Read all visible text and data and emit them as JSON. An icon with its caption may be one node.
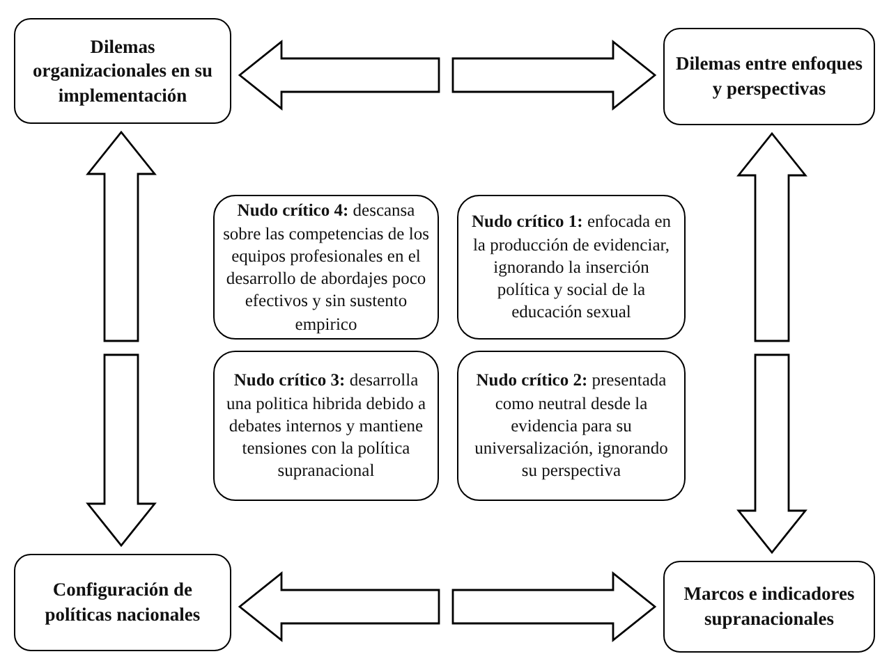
{
  "diagram": {
    "nodes": [
      {
        "text": [
          "Dilemas organizacionales en su implementación"
        ]
      },
      {
        "text": [
          "Dilemas entre enfoques y perspectivas"
        ]
      },
      {
        "text": [
          "**Nudo crítico 4:** descansa sobre las competencias de los equipos profesionales en el desarrollo de abordajes poco efectivos y sin sustento empirico"
        ]
      },
      {
        "text": [
          "**Nudo crítico 1:** enfocada en la producción de evidenciar, ignorando la inserción política y social de la educación sexual"
        ]
      },
      {
        "text": [
          "**Nudo crítico 3:** desarrolla una politica hibrida debido a debates internos y mantiene tensiones con la política supranacional"
        ]
      },
      {
        "text": [
          "**Nudo crítico 2:** presentada como neutral desde la evidencia para su universalización, ignorando su perspectiva"
        ]
      },
      {
        "text": [
          "Configuración de políticas nacionales"
        ]
      },
      {
        "text": [
          "Marcos e indicadores supranacionales"
        ]
      }
    ],
    "edges": [
      {
        "from": null,
        "to": 0,
        "arrow": "to"
      },
      {
        "from": null,
        "to": 1,
        "arrow": "to"
      },
      {
        "from": null,
        "to": 0,
        "arrow": "to"
      },
      {
        "from": null,
        "to": 1,
        "arrow": "to"
      },
      {
        "from": null,
        "to": 6,
        "arrow": "to"
      },
      {
        "from": null,
        "to": 7,
        "arrow": "to"
      },
      {
        "from": null,
        "to": 6,
        "arrow": "to"
      },
      {
        "from": null,
        "to": 7,
        "arrow": "to"
      }
    ]
  }
}
